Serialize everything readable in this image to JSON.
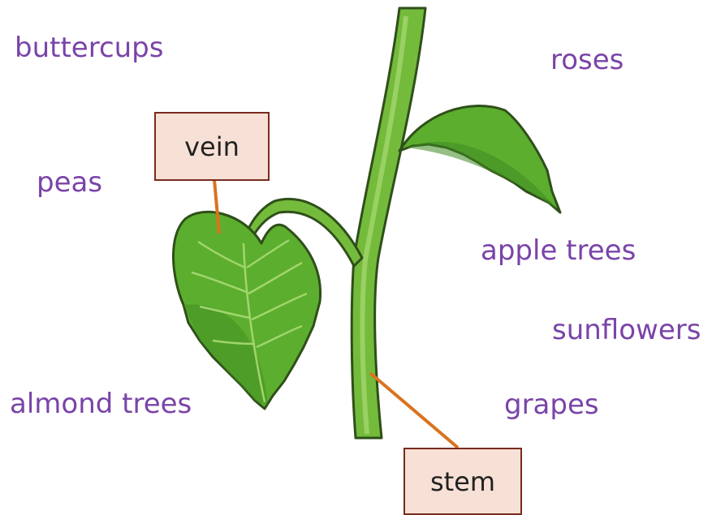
{
  "words": {
    "buttercups": "buttercups",
    "roses": "roses",
    "peas": "peas",
    "apple_trees": "apple trees",
    "sunflowers": "sunflowers",
    "almond_trees": "almond trees",
    "grapes": "grapes"
  },
  "labels": {
    "vein": "vein",
    "stem": "stem"
  },
  "colors": {
    "word_text": "#7a44a8",
    "label_fill": "#f7e1d6",
    "label_border": "#7a2a1e",
    "leader_line": "#d9731f",
    "leaf_green": "#5cae2e",
    "leaf_dark": "#3f8a22",
    "stem_green": "#74bb3c"
  }
}
